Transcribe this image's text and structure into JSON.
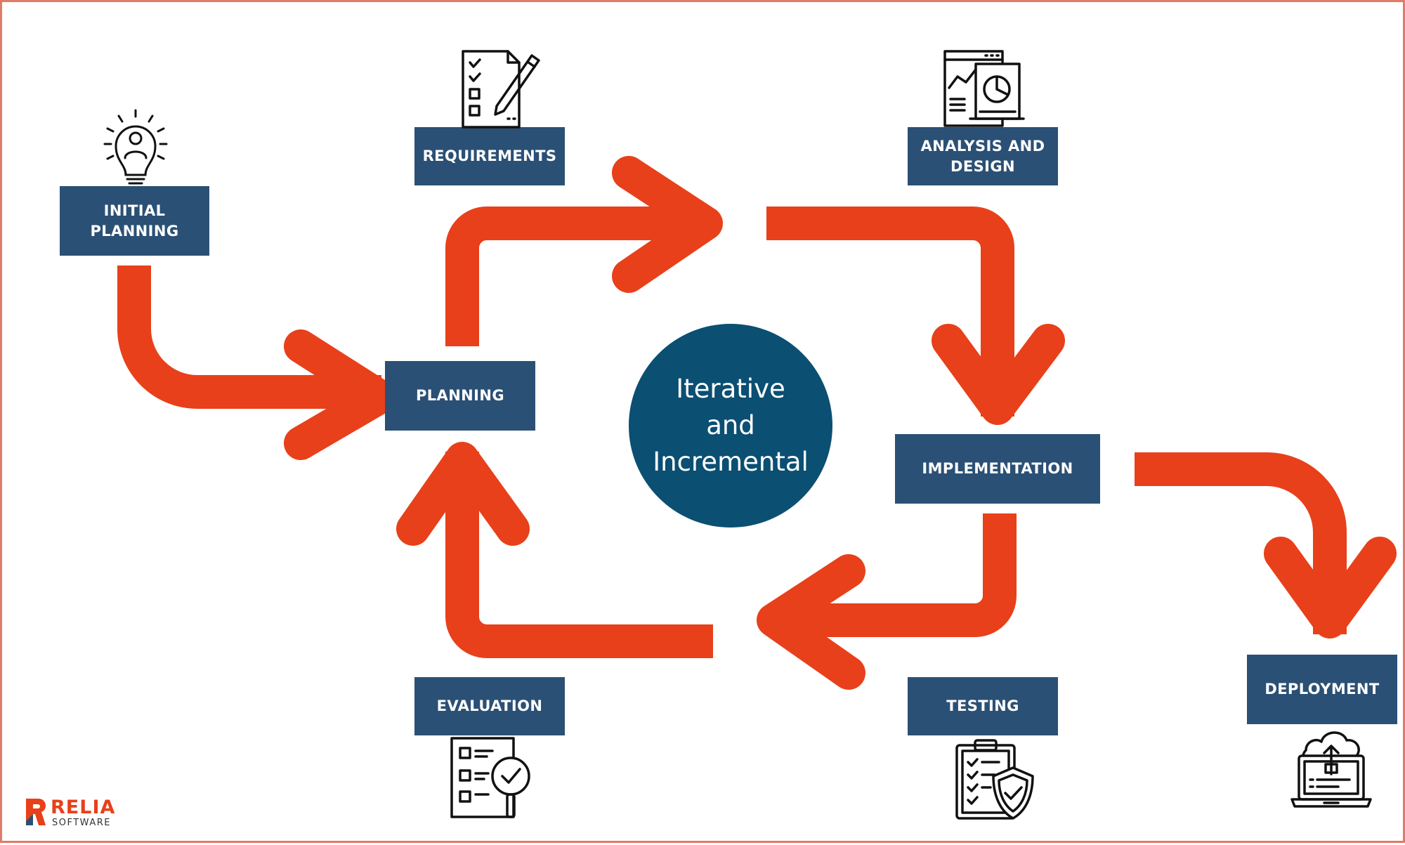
{
  "diagram": {
    "center": {
      "line1": "Iterative",
      "line2": "and",
      "line3": "Incremental"
    },
    "stages": {
      "initial_planning": {
        "line1": "INITIAL",
        "line2": "PLANNING"
      },
      "requirements": {
        "line1": "REQUIREMENTS"
      },
      "analysis_design": {
        "line1": "ANALYSIS AND",
        "line2": "DESIGN"
      },
      "planning": {
        "line1": "PLANNING"
      },
      "implementation": {
        "line1": "IMPLEMENTATION"
      },
      "evaluation": {
        "line1": "EVALUATION"
      },
      "testing": {
        "line1": "TESTING"
      },
      "deployment": {
        "line1": "DEPLOYMENT"
      }
    }
  },
  "logo": {
    "word": "RELIA",
    "sub": "SOFTWARE"
  },
  "colors": {
    "arrow": "#e8401a",
    "box": "#2b5075",
    "circle": "#0b4f72",
    "icon": "#111111",
    "frame": "#e07b65"
  },
  "icons": [
    "idea-person-icon",
    "checklist-pencil-icon",
    "analytics-report-icon",
    "evaluation-checklist-icon",
    "testing-clipboard-shield-icon",
    "cloud-upload-laptop-icon",
    "relia-logo-icon"
  ]
}
